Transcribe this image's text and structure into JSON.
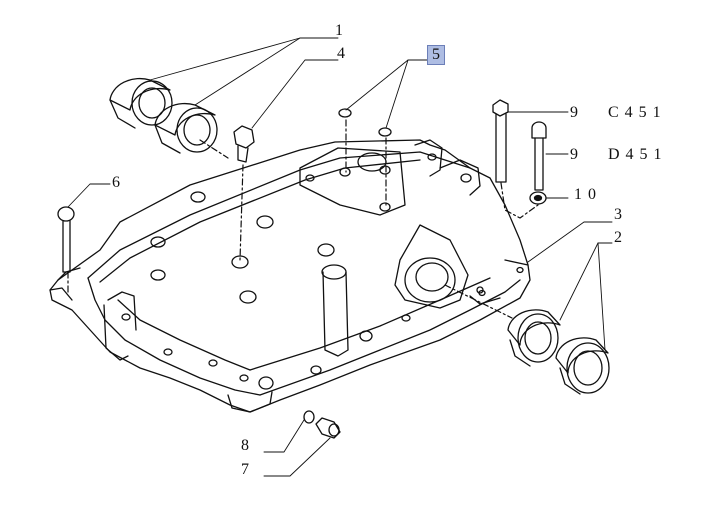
{
  "callouts": [
    {
      "id": "1",
      "label": "1"
    },
    {
      "id": "4",
      "label": "4"
    },
    {
      "id": "5",
      "label": "5",
      "highlight": true
    },
    {
      "id": "9a",
      "label": "9",
      "code": "C451"
    },
    {
      "id": "9b",
      "label": "9",
      "code": "D451"
    },
    {
      "id": "10",
      "label": "10"
    },
    {
      "id": "3",
      "label": "3"
    },
    {
      "id": "2",
      "label": "2"
    },
    {
      "id": "6",
      "label": "6"
    },
    {
      "id": "8",
      "label": "8"
    },
    {
      "id": "7",
      "label": "7"
    }
  ],
  "colors": {
    "line": "#111111",
    "highlight": "#aebde3"
  }
}
